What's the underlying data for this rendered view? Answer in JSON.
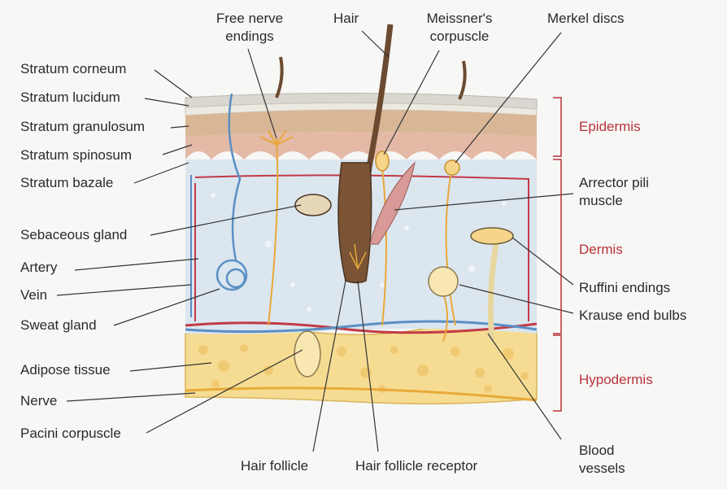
{
  "labels": {
    "free_nerve_endings_l1": "Free nerve",
    "free_nerve_endings_l2": "endings",
    "hair": "Hair",
    "meissner_l1": "Meissner's",
    "meissner_l2": "corpuscle",
    "merkel": "Merkel discs",
    "stratum_corneum": "Stratum corneum",
    "stratum_lucidum": "Stratum lucidum",
    "stratum_granulosum": "Stratum granulosum",
    "stratum_spinosum": "Stratum spinosum",
    "stratum_bazale": "Stratum bazale",
    "sebaceous_gland": "Sebaceous gland",
    "artery": "Artery",
    "vein": "Vein",
    "sweat_gland": "Sweat gland",
    "adipose_tissue": "Adipose tissue",
    "nerve": "Nerve",
    "pacini_corpuscle": "Pacini corpuscle",
    "hair_follicle": "Hair follicle",
    "hair_follicle_receptor": "Hair follicle receptor",
    "arrector_l1": "Arrector pili",
    "arrector_l2": "muscle",
    "ruffini": "Ruffini endings",
    "krause": "Krause end bulbs",
    "blood_l1": "Blood",
    "blood_l2": "vessels"
  },
  "regions": {
    "epidermis": "Epidermis",
    "dermis": "Dermis",
    "hypodermis": "Hypodermis"
  },
  "colors": {
    "region_text": "#b8323a",
    "label_text": "#2a2a2a",
    "epidermis_top": "#d9d7cf",
    "granulosum": "#d9b796",
    "spinosum": "#e4b9a6",
    "dermis": "#dbe6ef",
    "hypodermis": "#f6dc92",
    "hair": "#6b4a30",
    "nerve": "#e8a93a",
    "artery": "#c23a45",
    "vein": "#5b8fc4"
  }
}
